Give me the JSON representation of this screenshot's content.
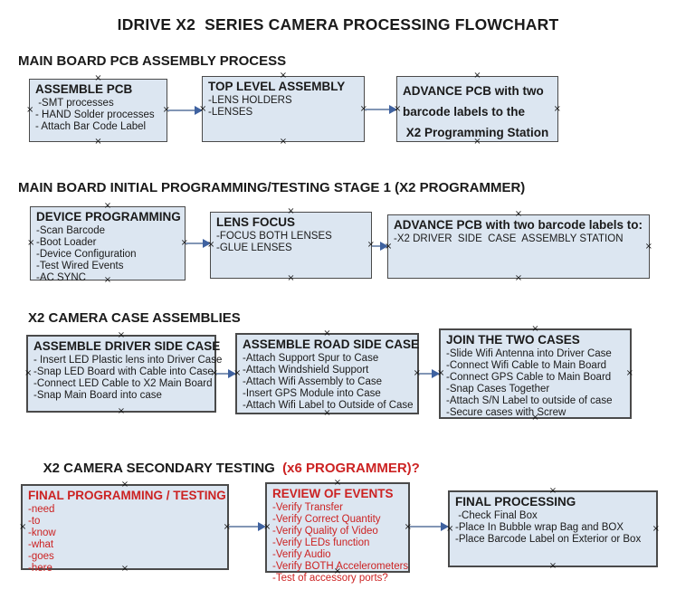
{
  "title": "IDRIVE X2  SERIES CAMERA PROCESSING FLOWCHART",
  "colors": {
    "bg": "#ffffff",
    "text": "#1a1a1a",
    "red": "#cc2222",
    "box_fill": "#dce6f1",
    "box_border": "#4a4a4a",
    "arrow_line": "#8296b5",
    "arrow_head": "#3f62a0"
  },
  "icons": {
    "connector_anchor": "×"
  },
  "sections": [
    {
      "heading": "MAIN BOARD PCB ASSEMBLY PROCESS",
      "boxes": [
        {
          "title": "ASSEMBLE PCB",
          "items": [
            " -SMT processes",
            "- HAND Solder processes",
            "- Attach Bar Code Label"
          ]
        },
        {
          "title": "TOP LEVEL ASSEMBLY",
          "items": [
            "-LENS HOLDERS",
            "-LENSES"
          ]
        },
        {
          "title": "ADVANCE PCB with two\nbarcode labels to the\n X2 Programming Station",
          "items": []
        }
      ]
    },
    {
      "heading": "MAIN BOARD INITIAL PROGRAMMING/TESTING STAGE 1 (X2 PROGRAMMER)",
      "boxes": [
        {
          "title": "DEVICE PROGRAMMING",
          "items": [
            "-Scan Barcode",
            "-Boot Loader",
            "-Device Configuration",
            "-Test Wired Events",
            "-AC SYNC"
          ]
        },
        {
          "title": "LENS FOCUS",
          "items": [
            "-FOCUS BOTH LENSES",
            "-GLUE LENSES"
          ]
        },
        {
          "title": "ADVANCE PCB with two barcode labels to:",
          "items": [
            "-X2 DRIVER  SIDE  CASE  ASSEMBLY STATION"
          ]
        }
      ]
    },
    {
      "heading": "X2 CAMERA CASE ASSEMBLIES",
      "boxes": [
        {
          "title": "ASSEMBLE DRIVER SIDE CASE",
          "items": [
            "- Insert LED Plastic lens into Driver Case",
            "-Snap LED Board with Cable into Case",
            "-Connect LED Cable to X2 Main Board",
            "-Snap Main Board into case"
          ]
        },
        {
          "title": "ASSEMBLE ROAD SIDE CASE",
          "items": [
            "-Attach Support Spur to Case",
            "-Attach Windshield Support",
            "-Attach Wifi Assembly to Case",
            "-Insert GPS Module into Case",
            "-Attach Wifi Label to Outside of Case"
          ]
        },
        {
          "title": "JOIN THE TWO CASES",
          "items": [
            "-Slide Wifi Antenna into Driver Case",
            "-Connect Wifi Cable to Main Board",
            "-Connect GPS Cable to Main Board",
            "-Snap Cases Together",
            "-Attach S/N Label to outside of case",
            "-Secure cases with Screw"
          ]
        }
      ]
    },
    {
      "heading": "X2 CAMERA SECONDARY TESTING  ",
      "heading_red": "(x6 PROGRAMMER)?",
      "boxes": [
        {
          "title": "FINAL PROGRAMMING / TESTING",
          "items": [
            "-need",
            "-to",
            "-know",
            "-what",
            "-goes",
            "-here"
          ]
        },
        {
          "title": "REVIEW OF EVENTS",
          "items": [
            "-Verify Transfer",
            "-Verify Correct Quantity",
            "-Verify Quality of Video",
            "-Verify LEDs function",
            "-Verify Audio",
            "-Verify BOTH Accelerometers",
            "-Test of accessory ports?"
          ]
        },
        {
          "title": "FINAL PROCESSING",
          "items": [
            " -Check Final Box",
            "-Place In Bubble wrap Bag and BOX",
            "-Place Barcode Label on Exterior or Box"
          ]
        }
      ]
    }
  ]
}
